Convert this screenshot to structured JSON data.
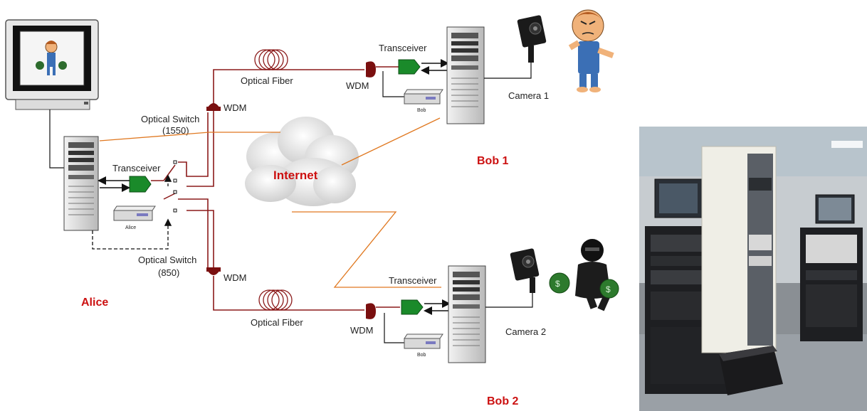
{
  "labels": {
    "optical_fiber_top": "Optical Fiber",
    "optical_fiber_bottom": "Optical Fiber",
    "transceiver_bob1": "Transceiver",
    "transceiver_bob2": "Transceiver",
    "transceiver_alice": "Transceiver",
    "wdm_bob1": "WDM",
    "wdm_bob2": "WDM",
    "wdm_alice_top": "WDM",
    "wdm_alice_bottom": "WDM",
    "optical_switch_top_line1": "Optical Switch",
    "optical_switch_top_line2": "(1550)",
    "optical_switch_bottom_line1": "Optical Switch",
    "optical_switch_bottom_line2": "(850)",
    "internet": "Internet",
    "camera1": "Camera 1",
    "camera2": "Camera 2",
    "bob1": "Bob 1",
    "bob2": "Bob 2",
    "alice": "Alice",
    "box_bob1": "Bob",
    "box_bob2": "Bob",
    "box_alice": "Alice"
  },
  "colors": {
    "fiber": "#8b1a1a",
    "internet_link": "#e07820",
    "transceiver": "#1a8a2a",
    "wdm": "#7a0f0f",
    "label_red": "#cc1111",
    "server": "#d8d8d8"
  }
}
